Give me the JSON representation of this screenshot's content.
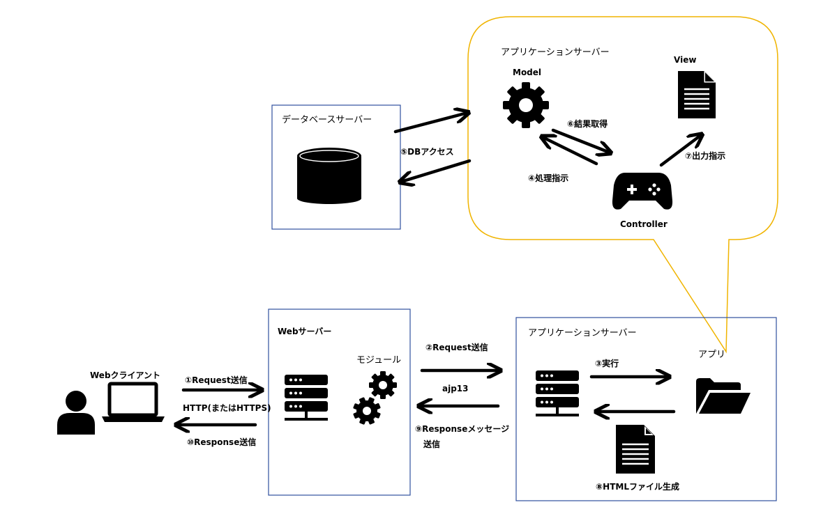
{
  "colors": {
    "box_border": "#2f4f9e",
    "bubble_border": "#f0b400",
    "ink": "#000000"
  },
  "db_server": {
    "title": "データベースサーバー",
    "icon": "database-icon"
  },
  "app_server_top": {
    "title": "アプリケーションサーバー",
    "model_label": "Model",
    "view_label": "View",
    "controller_label": "Controller",
    "icons": [
      "gear-icon",
      "document-icon",
      "gamepad-icon"
    ]
  },
  "web_client": {
    "title": "Webクライアント",
    "icons": [
      "user-icon",
      "laptop-icon"
    ]
  },
  "web_server": {
    "title": "Webサーバー",
    "module_label": "モジュール",
    "icons": [
      "server-icon",
      "gears-icon"
    ]
  },
  "app_server_bottom": {
    "title": "アプリケーションサーバー",
    "app_label": "アプリ",
    "icons": [
      "server-icon",
      "folder-icon",
      "document-icon"
    ]
  },
  "steps": {
    "s1": "①Request送信",
    "protocol": "HTTP(またはHTTPS)",
    "s10": "⑩Response送信",
    "s2": "②Request送信",
    "ajp": "ajp13",
    "s9_line1": "⑨Responseメッセージ",
    "s9_line2": "送信",
    "s3": "③実行",
    "s8": "⑧HTMLファイル生成",
    "s4": "④処理指示",
    "s5": "⑤DBアクセス",
    "s6": "⑥結果取得",
    "s7": "⑦出力指示"
  }
}
